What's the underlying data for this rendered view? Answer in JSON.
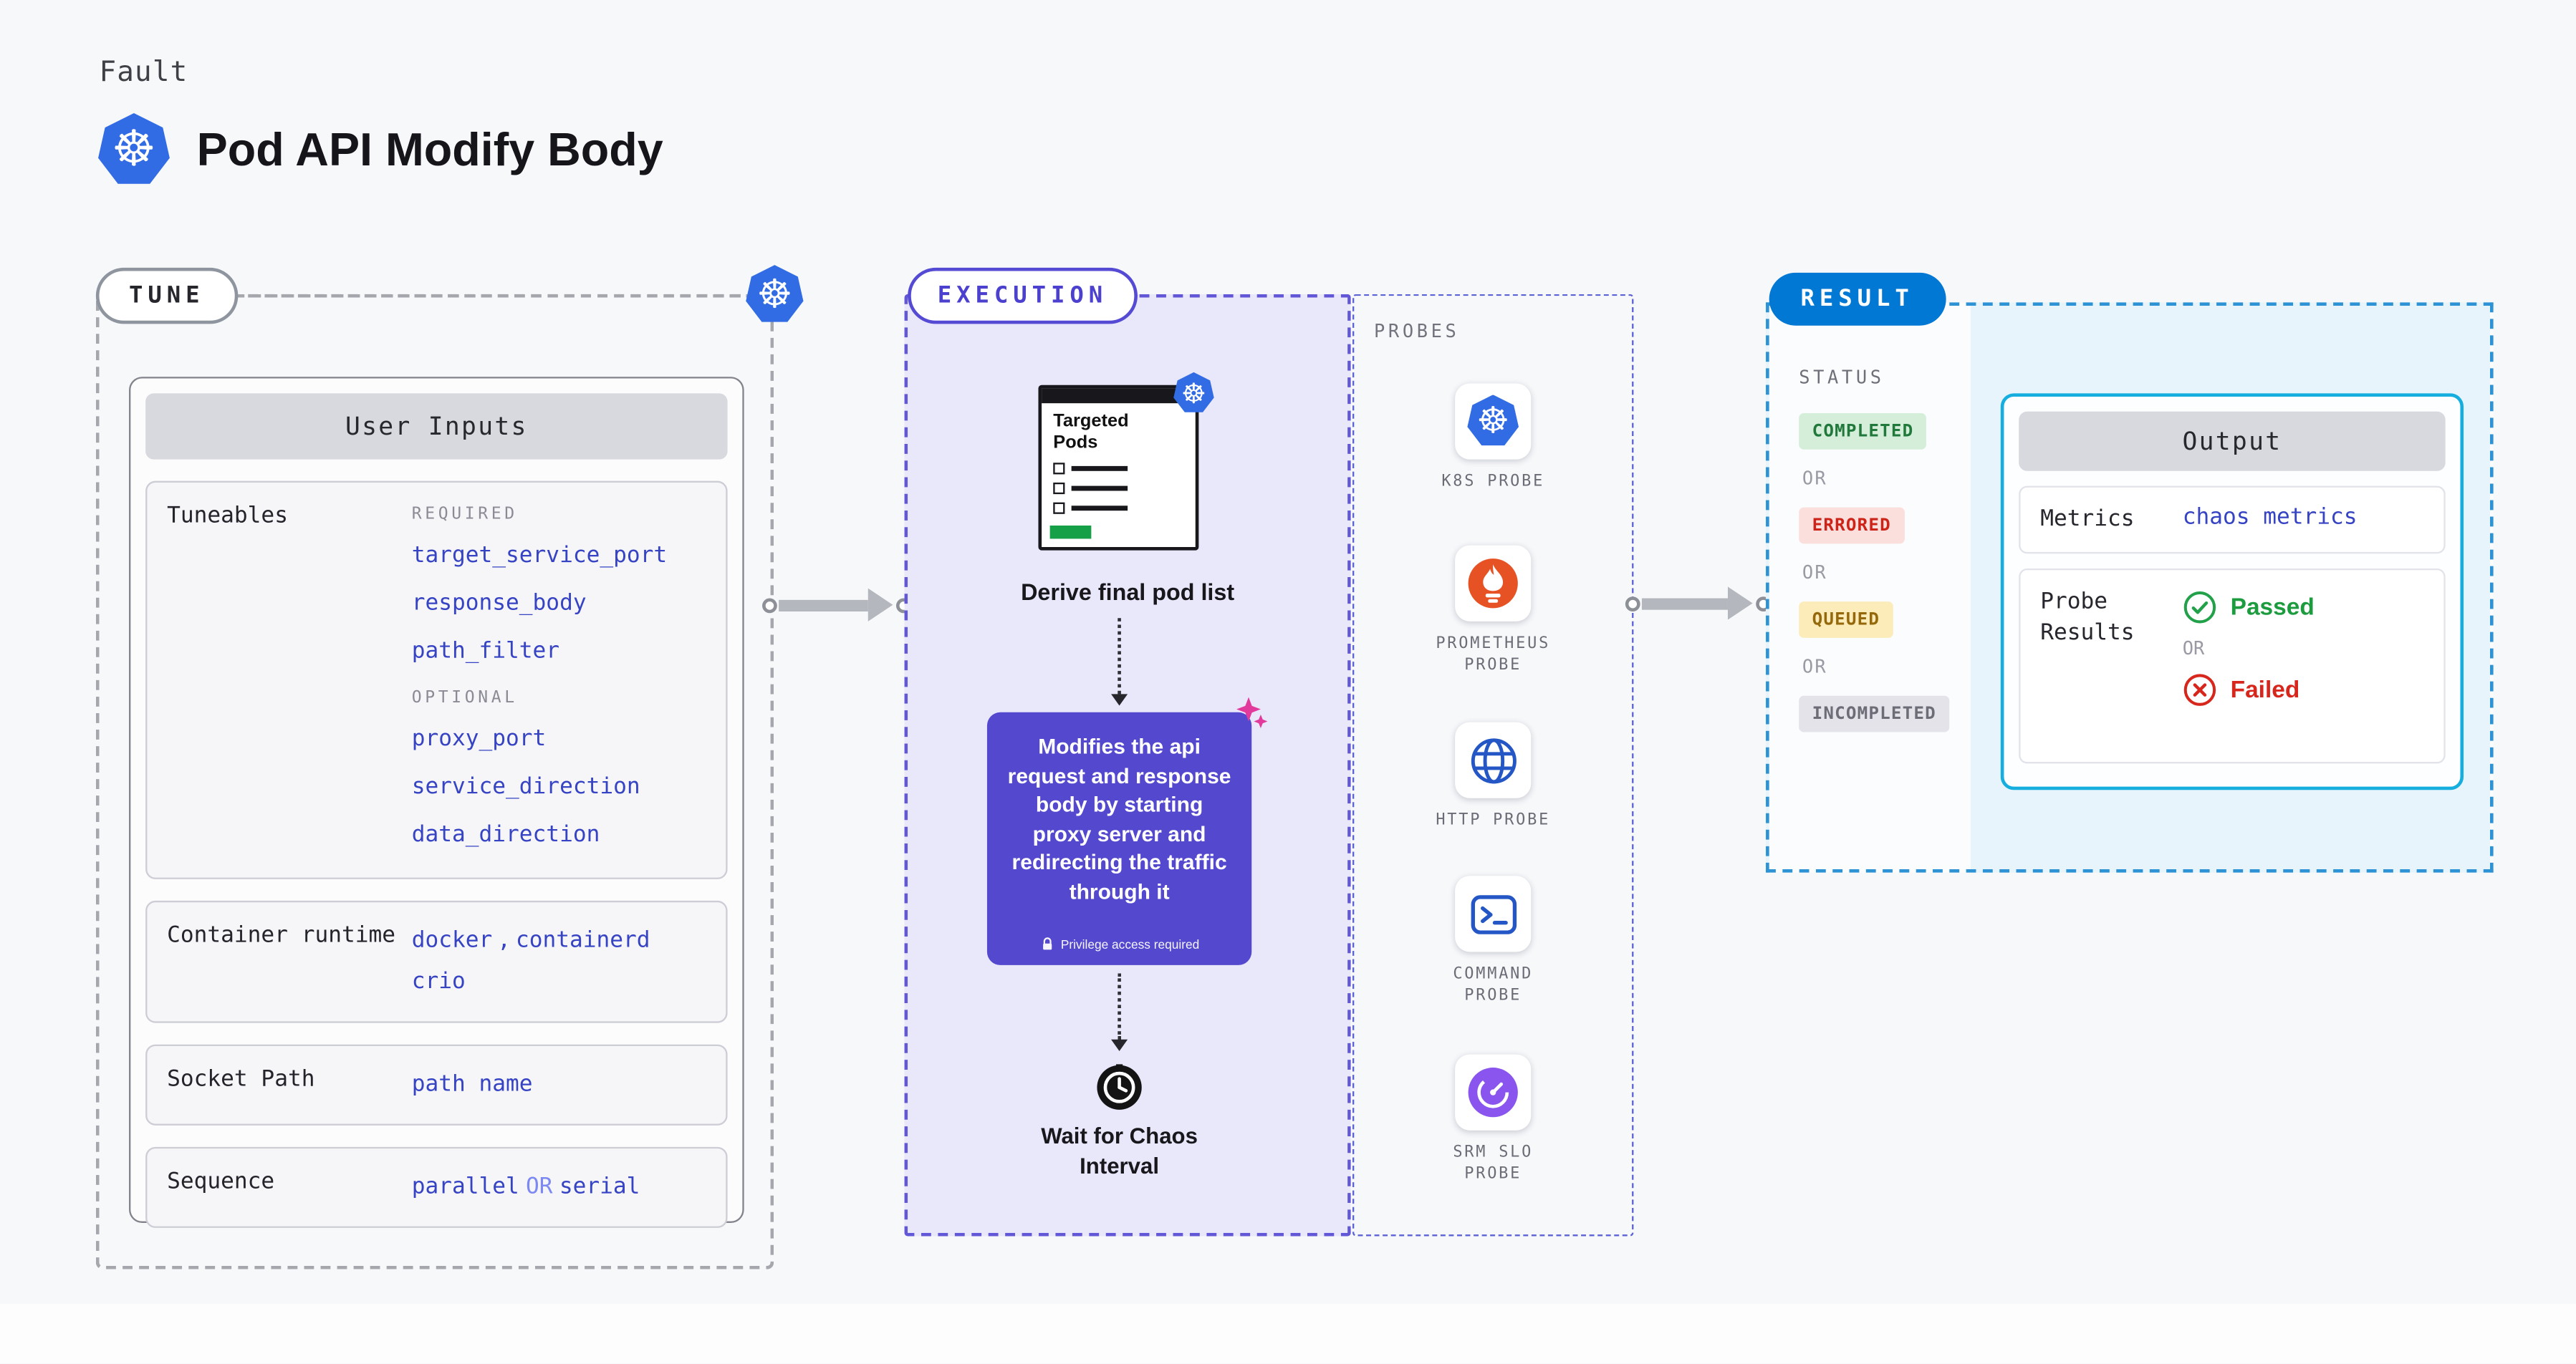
{
  "page": {
    "kicker": "Fault",
    "title": "Pod API Modify Body"
  },
  "icons": {
    "k8s_glyph": "☸"
  },
  "colors": {
    "k8s_blue": "#326ce5",
    "code_blue": "#3644c4",
    "execution_purple": "#5449ce",
    "execution_bg": "#e9e7fa",
    "result_blue": "#0278d5",
    "output_border": "#16aede",
    "passed_green": "#1d9b3f",
    "failed_red": "#d7271d",
    "prometheus_orange": "#e75225",
    "srm_purple": "#8a55ee",
    "pin_pink": "#e23a9c",
    "completed_green_bg": "#d5eeda",
    "errored_red_bg": "#fadfdd",
    "queued_yellow_bg": "#fbecb9",
    "incompleted_gray_bg": "#e3e3e9"
  },
  "tune": {
    "label": "TUNE",
    "user_inputs_header": "User Inputs",
    "tuneables": {
      "label": "Tuneables",
      "required_label": "REQUIRED",
      "required": [
        "target_service_port",
        "response_body",
        "path_filter"
      ],
      "optional_label": "OPTIONAL",
      "optional": [
        "proxy_port",
        "service_direction",
        "data_direction"
      ]
    },
    "container_runtime": {
      "label": "Container runtime",
      "value1": "docker",
      "separator": ",",
      "value2": "containerd",
      "value3": "crio"
    },
    "socket_path": {
      "label": "Socket Path",
      "value": "path name"
    },
    "sequence": {
      "label": "Sequence",
      "value1": "parallel",
      "or": "OR",
      "value2": "serial"
    }
  },
  "execution": {
    "label": "EXECUTION",
    "targeted_pods_title": "Targeted Pods",
    "derive_label": "Derive final pod list",
    "modify_text": "Modifies the api request and response body by starting proxy server and redirecting the traffic through it",
    "privilege_note": "Privilege access required",
    "wait_label": "Wait for Chaos\nInterval"
  },
  "probes": {
    "label": "PROBES",
    "items": [
      {
        "icon": "kubernetes-icon",
        "label": "K8S PROBE"
      },
      {
        "icon": "prometheus-icon",
        "label": "PROMETHEUS\nPROBE"
      },
      {
        "icon": "http-globe-icon",
        "label": "HTTP PROBE"
      },
      {
        "icon": "command-terminal-icon",
        "label": "COMMAND\nPROBE"
      },
      {
        "icon": "srm-slo-gauge-icon",
        "label": "SRM SLO\nPROBE"
      }
    ]
  },
  "result": {
    "label": "RESULT",
    "status_label": "STATUS",
    "or": "OR",
    "badges": [
      {
        "label": "COMPLETED"
      },
      {
        "label": "ERRORED"
      },
      {
        "label": "QUEUED"
      },
      {
        "label": "INCOMPLETED"
      }
    ],
    "output": {
      "header": "Output",
      "metrics_label": "Metrics",
      "metrics_value": "chaos metrics",
      "probe_results_label": "Probe Results",
      "passed": "Passed",
      "or": "OR",
      "failed": "Failed"
    }
  }
}
